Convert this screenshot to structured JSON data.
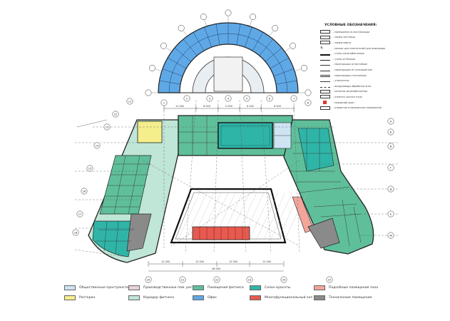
{
  "legend": {
    "title": "УСЛОВНЫЕ ОБОЗНАЧЕНИЯ:",
    "items": [
      {
        "text": "- помещения по экспликации",
        "sym": "box"
      },
      {
        "text": "- номер лестницы",
        "sym": "box"
      },
      {
        "text": "- номер лифта",
        "sym": "box"
      },
      {
        "text": "- комнат для посетителей для инвалидов",
        "sym": "wheelchair"
      },
      {
        "text": "- стены железобетонные",
        "sym": "thick"
      },
      {
        "text": "- стены из блоков",
        "sym": "medium"
      },
      {
        "text": "- перегородки огнестойкие",
        "sym": "thin"
      },
      {
        "text": "- перегородки из гипсокартона",
        "sym": "thin"
      },
      {
        "text": "- перегородки стеклянные",
        "sym": "double"
      },
      {
        "text": "- утеплитель",
        "sym": "thin"
      },
      {
        "text": "- воздуховоды обработки огня",
        "sym": "dash"
      },
      {
        "text": "- колонны железобетонные",
        "sym": "box"
      },
      {
        "text": "- отметка чистого пола",
        "sym": "box"
      },
      {
        "text": "- пожарный кран",
        "sym": "red"
      },
      {
        "text": "- отверстие в монолитном перекрытии",
        "sym": "box"
      }
    ]
  },
  "zones": [
    {
      "label": "Общественные пространства",
      "color": "#cfe4f3"
    },
    {
      "label": "Производственные пом. ресторана",
      "color": "#e7d3da"
    },
    {
      "label": "Помещения фитнеса",
      "color": "#5fbf9a"
    },
    {
      "label": "Салон красоты",
      "color": "#2fb5a8"
    },
    {
      "label": "Подсобные помещения зала",
      "color": "#f3a49b"
    },
    {
      "label": "Ресторан",
      "color": "#f4ee8c"
    },
    {
      "label": "Коридор фитнеса",
      "color": "#bfe6d6"
    },
    {
      "label": "Офис",
      "color": "#5fa8e6"
    },
    {
      "label": "Многофункциональный зал",
      "color": "#e85a4f"
    },
    {
      "label": "Технические помещения",
      "color": "#8a8a8a"
    }
  ],
  "colors": {
    "public": "#cfe4f3",
    "restaurant": "#f4ee8c",
    "fitness": "#5fbf9a",
    "fitness_corridor": "#bfe6d6",
    "office": "#5fa8e6",
    "salon": "#2fb5a8",
    "hall": "#e85a4f",
    "utility": "#f3a49b",
    "tech": "#8a8a8a",
    "pool": "#2fb5a8",
    "walls": "#222222"
  },
  "dims": {
    "top_left": "11 000",
    "top_mid1": "6 000",
    "top_mid2": "5 000",
    "top_mid3": "6 000",
    "top_right": "6 000",
    "bottom_1": "12 000",
    "bottom_2": "12 000",
    "bottom_3": "12 000",
    "bottom_4": "12 000",
    "bottom_total": "48 000"
  },
  "axes": {
    "top": [
      "1",
      "2",
      "3",
      "4",
      "5",
      "6",
      "7",
      "8"
    ],
    "right": [
      "А",
      "Б",
      "В",
      "Г",
      "Д",
      "Е",
      "Ж"
    ],
    "left": [
      "11",
      "12",
      "13",
      "14",
      "15",
      "16",
      "17",
      "18"
    ],
    "bottom": [
      "20",
      "21",
      "22",
      "23",
      "24",
      "25"
    ]
  }
}
